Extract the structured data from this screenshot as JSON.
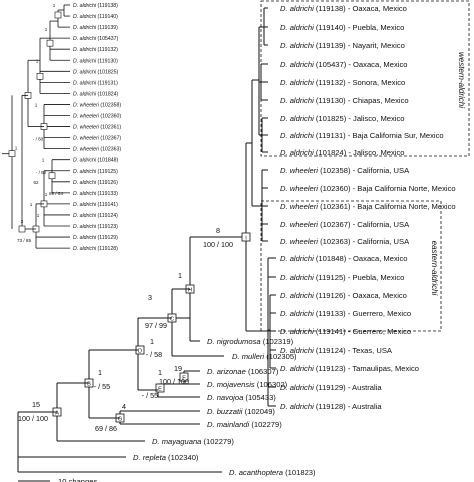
{
  "main_tree": {
    "western_taxa": [
      {
        "species": "D. aldrichi",
        "id": "(119138)",
        "locality": " - Oaxaca, Mexico"
      },
      {
        "species": "D. aldrichi",
        "id": "(119140)",
        "locality": " - Puebla, Mexico"
      },
      {
        "species": "D. aldrichi",
        "id": "(119139)",
        "locality": " - Nayarit, Mexico"
      },
      {
        "species": "D. aldrichi",
        "id": "(105437)",
        "locality": " - Oaxaca, Mexico"
      },
      {
        "species": "D. aldrichi",
        "id": "(119132)",
        "locality": " - Sonora, Mexico"
      },
      {
        "species": "D. aldrichi",
        "id": "(119130)",
        "locality": " - Chiapas, Mexico"
      },
      {
        "species": "D. aldrichi",
        "id": "(101825)",
        "locality": " - Jalisco, Mexico"
      },
      {
        "species": "D. aldrichi",
        "id": "(119131)",
        "locality": " - Baja California Sur, Mexico"
      },
      {
        "species": "D. aldrichi",
        "id": "(101824)",
        "locality": " - Jalisco, Mexico"
      }
    ],
    "wheeleri_taxa": [
      {
        "species": "D. wheeleri",
        "id": "(102358)",
        "locality": " - California, USA"
      },
      {
        "species": "D. wheeleri",
        "id": "(102360)",
        "locality": " - Baja California Norte, Mexico"
      },
      {
        "species": "D. wheeleri",
        "id": "(102361)",
        "locality": " - Baja California Norte, Mexico"
      },
      {
        "species": "D. wheeleri",
        "id": "(102367)",
        "locality": " - California, USA"
      },
      {
        "species": "D. wheeleri",
        "id": "(102363)",
        "locality": " - California, USA"
      }
    ],
    "eastern_taxa": [
      {
        "species": "D. aldrichi",
        "id": "(101848)",
        "locality": " - Oaxaca, Mexico"
      },
      {
        "species": "D. aldrichi",
        "id": "(119125)",
        "locality": " - Puebla, Mexico"
      },
      {
        "species": "D. aldrichi",
        "id": "(119126)",
        "locality": " - Oaxaca, Mexico"
      },
      {
        "species": "D. aldrichi",
        "id": "(119133)",
        "locality": " - Guerrero, Mexico"
      },
      {
        "species": "D. aldrichi",
        "id": "(119141)",
        "locality": " - Guerrero, Mexico"
      },
      {
        "species": "D. aldrichi",
        "id": "(119124)",
        "locality": " - Texas, USA"
      },
      {
        "species": "D. aldrichi",
        "id": "(119123)",
        "locality": " - Tamaulipas, Mexico"
      },
      {
        "species": "D. aldrichi",
        "id": "(119129)",
        "locality": " - Australia"
      },
      {
        "species": "D. aldrichi",
        "id": "(119128)",
        "locality": " - Australia"
      }
    ],
    "outgroups": [
      {
        "key": "nigrodumosa",
        "species": "D. nigrodumosa",
        "id": "(102319)"
      },
      {
        "key": "mulleri",
        "species": "D. mulleri",
        "id": "(102305)"
      },
      {
        "key": "arizonae",
        "species": "D. arizonae",
        "id": "(106307)"
      },
      {
        "key": "mojavensis",
        "species": "D. mojavensis",
        "id": "(106302)"
      },
      {
        "key": "navojoa",
        "species": "D. navojoa",
        "id": "(105433)"
      },
      {
        "key": "buzzatii",
        "species": "D. buzzatii",
        "id": "(102049)"
      },
      {
        "key": "mainlandi",
        "species": "D. mainlandi",
        "id": "(102279)"
      },
      {
        "key": "mayaguana",
        "species": "D. mayaguana",
        "id": "(102279)"
      },
      {
        "key": "repleta",
        "species": "D. repleta",
        "id": "(102340)"
      },
      {
        "key": "acanthoptera",
        "species": "D. acanthoptera",
        "id": "(101823)"
      }
    ],
    "clades": {
      "western": "western-aldrichi",
      "eastern": "eastern-aldrichi"
    },
    "nodes": {
      "A": "A",
      "B": "B",
      "C": "C",
      "D": "D",
      "E": "E",
      "F": "F",
      "G": "G",
      "H": "H",
      "I": "I"
    },
    "support": {
      "A_top": "15",
      "A_bot": "100 / 100",
      "B": "1",
      "B_bot": "- / 55",
      "D": "1",
      "D_bot": "- / 58",
      "C_top": "3",
      "C_bot": "97 / 99",
      "H": "1",
      "I_top": "8",
      "I_bot": "100 / 100",
      "E": "1",
      "E_bot": "- / 55",
      "F_top": "19",
      "F_bot": "100 / 100",
      "G_top": "4",
      "G_bot": "69 / 86"
    },
    "scale": {
      "label": "10 changes"
    }
  },
  "inset_tree": {
    "taxa": [
      {
        "species": "D. aldrichi",
        "id": "(119138)"
      },
      {
        "species": "D. aldrichi",
        "id": "(119140)"
      },
      {
        "species": "D. aldrichi",
        "id": "(119139)"
      },
      {
        "species": "D. aldrichi",
        "id": "(105437)"
      },
      {
        "species": "D. aldrichi",
        "id": "(119132)"
      },
      {
        "species": "D. aldrichi",
        "id": "(119130)"
      },
      {
        "species": "D. aldrichi",
        "id": "(101825)"
      },
      {
        "species": "D. aldrichi",
        "id": "(119131)"
      },
      {
        "species": "D. aldrichi",
        "id": "(101824)"
      },
      {
        "species": "D. wheeleri",
        "id": "(102358)"
      },
      {
        "species": "D. wheeleri",
        "id": "(102360)"
      },
      {
        "species": "D. wheeleri",
        "id": "(102361)"
      },
      {
        "species": "D. wheeleri",
        "id": "(102367)"
      },
      {
        "species": "D. wheeleri",
        "id": "(102363)"
      },
      {
        "species": "D. aldrichi",
        "id": "(101848)"
      },
      {
        "species": "D. aldrichi",
        "id": "(119125)"
      },
      {
        "species": "D. aldrichi",
        "id": "(119126)"
      },
      {
        "species": "D. aldrichi",
        "id": "(119133)"
      },
      {
        "species": "D. aldrichi",
        "id": "(119141)"
      },
      {
        "species": "D. aldrichi",
        "id": "(119124)"
      },
      {
        "species": "D. aldrichi",
        "id": "(119123)"
      },
      {
        "species": "D. aldrichi",
        "id": "(119129)"
      },
      {
        "species": "D. aldrichi",
        "id": "(119128)"
      }
    ],
    "support": {
      "s1": "1",
      "s2": "1",
      "s3": "1",
      "s4": "1",
      "s5": "- / 60",
      "s6": "1",
      "s7": "- / 62",
      "s8": "1",
      "s9": "69 / 64",
      "s10": "62",
      "s11": "1",
      "s12": "1",
      "s13": "2",
      "s14": "73 / 85",
      "s15": "1"
    }
  }
}
